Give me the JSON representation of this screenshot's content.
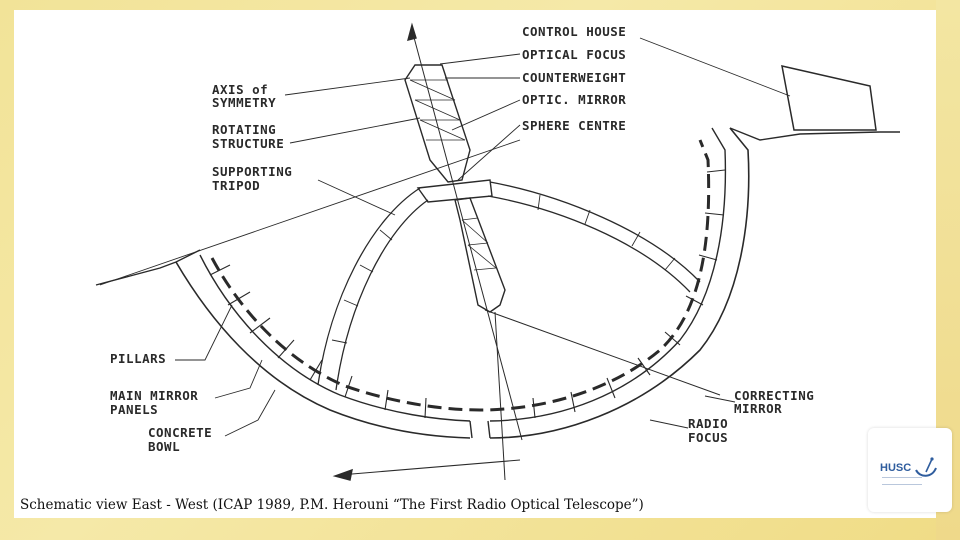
{
  "labels": {
    "control_house": "CONTROL HOUSE",
    "optical_focus": "OPTICAL FOCUS",
    "counterweight": "COUNTERWEIGHT",
    "optic_mirror": "OPTIC. MIRROR",
    "sphere_centre": "SPHERE CENTRE",
    "axis_of": "AXIS of",
    "symmetry": "SYMMETRY",
    "rotating": "ROTATING",
    "structure": "STRUCTURE",
    "supporting": "SUPPORTING",
    "tripod": "TRIPOD",
    "pillars": "PILLARS",
    "main_mirror": "MAIN MIRROR",
    "panels": "PANELS",
    "concrete": "CONCRETE",
    "bowl": "BOWL",
    "correcting": "CORRECTING",
    "mirror": "MIRROR",
    "radio": "RADIO",
    "focus": "FOCUS"
  },
  "caption": "Schematic view East - West (ICAP 1989, P.M. Herouni “The First Radio Optical Telescope”)",
  "logo": {
    "text": "HUSC"
  },
  "colors": {
    "background": "#f2e398",
    "ink": "#2a2a2a",
    "logo": "#2f5d9e"
  }
}
